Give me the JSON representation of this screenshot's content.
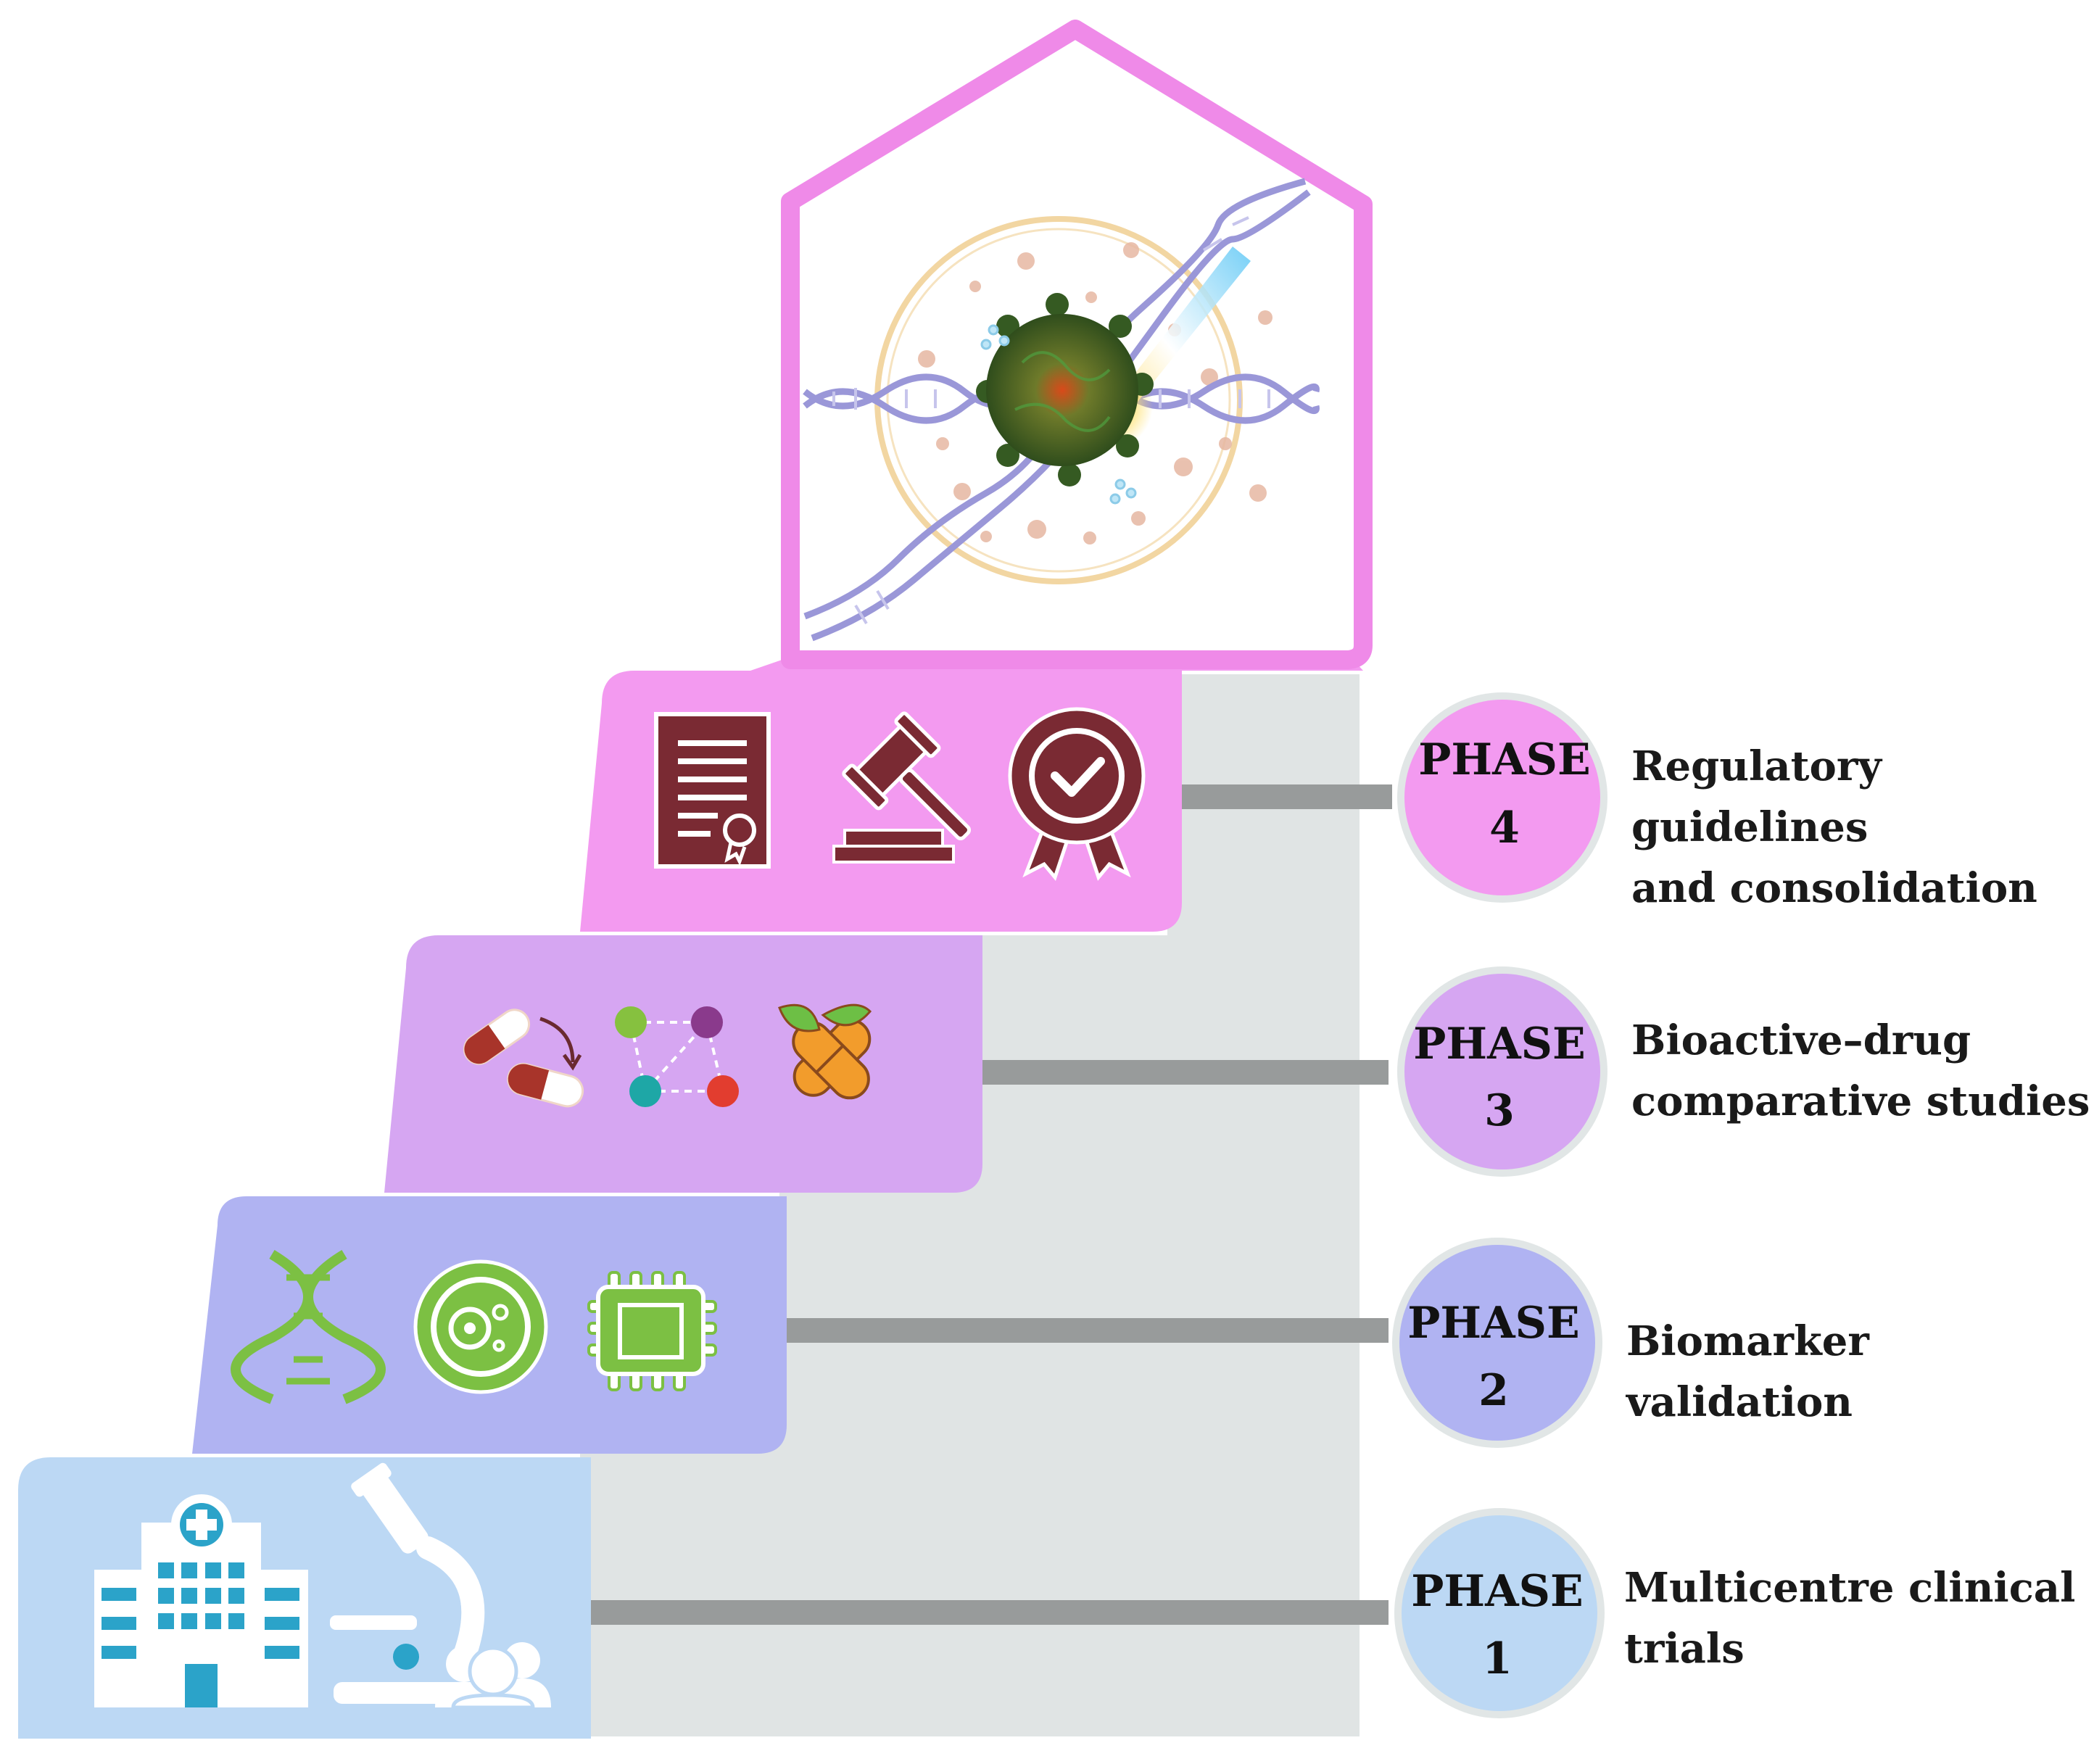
{
  "colors": {
    "phase1": "#bcd8f4",
    "phase2": "#b0b3f2",
    "phase3": "#d6a6f2",
    "phase4": "#f39af0",
    "house_outline": "#ef8ae8",
    "staircase_backdrop": "#e0e4e4",
    "connector": "#989b9b",
    "circle_ring": "#e1e6e6",
    "icon_dark_red": "#7a2a33",
    "icon_green": "#7cc043",
    "icon_blue": "#2ba3c9"
  },
  "phases": [
    {
      "word": "PHASE",
      "number": "1",
      "description": "Multicentre clinical\ntrials",
      "icons": [
        "hospital-icon",
        "microscope-icon",
        "people-group-icon"
      ]
    },
    {
      "word": "PHASE",
      "number": "2",
      "description": "Biomarker validation",
      "icons": [
        "dna-icon",
        "cell-icon",
        "microchip-icon"
      ]
    },
    {
      "word": "PHASE",
      "number": "3",
      "description": "Bioactive–drug\ncomparative studies",
      "icons": [
        "capsule-swap-icon",
        "molecular-network-icon",
        "herbal-capsule-icon"
      ]
    },
    {
      "word": "PHASE",
      "number": "4",
      "description": "Regulatory guidelines\nand consolidation",
      "icons": [
        "certificate-document-icon",
        "gavel-icon",
        "approval-badge-icon"
      ]
    }
  ],
  "top_image": {
    "icon": "cancer-cell-dna-icon"
  }
}
